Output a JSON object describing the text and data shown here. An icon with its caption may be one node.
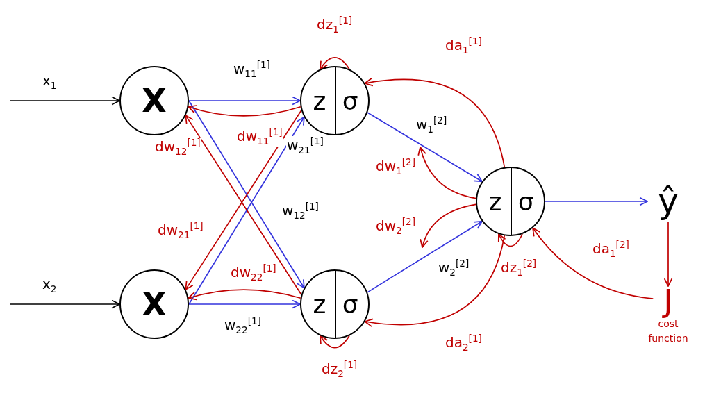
{
  "diagram": {
    "nodes": [
      {
        "text": [
          "X"
        ]
      },
      {
        "text": [
          "X"
        ]
      },
      {
        "text": [
          "z",
          "σ"
        ]
      },
      {
        "text": [
          "z",
          "σ"
        ]
      },
      {
        "text": [
          "z",
          "σ"
        ]
      },
      {
        "text": [
          "ŷ"
        ]
      },
      {
        "text": [
          "J"
        ],
        "beside": [
          "cost function"
        ]
      }
    ],
    "edges": [
      {
        "from": null,
        "to": 0,
        "arrow": "to",
        "label": "x$_{1}$",
        "color": "#000000"
      },
      {
        "from": null,
        "to": 1,
        "arrow": "to",
        "label": "x$_{2}$",
        "color": "#000000"
      },
      {
        "from": 0,
        "to": 2,
        "arrow": "to",
        "label": "w$_{11}$$^{[1]}$",
        "color": "#3333dd"
      },
      {
        "from": 0,
        "to": 3,
        "arrow": "to",
        "label": "w$_{12}$$^{[1]}$",
        "color": "#3333dd"
      },
      {
        "from": 1,
        "to": 2,
        "arrow": "to",
        "label": "w$_{21}$$^{[1]}$",
        "color": "#3333dd"
      },
      {
        "from": 1,
        "to": 3,
        "arrow": "to",
        "label": "w$_{22}$$^{[1]}$",
        "color": "#3333dd"
      },
      {
        "from": 2,
        "to": 4,
        "arrow": "to",
        "label": "w$_{1}$$^{[2]}$",
        "color": "#3333dd"
      },
      {
        "from": 3,
        "to": 4,
        "arrow": "to",
        "label": "w$_{2}$$^{[2]}$",
        "color": "#3333dd"
      },
      {
        "from": 4,
        "to": 5,
        "arrow": "to",
        "color": "#3333dd"
      },
      {
        "from": 5,
        "to": 6,
        "arrow": "to"
      },
      {
        "from": 6,
        "to": 4,
        "arrow": "to",
        "label": "da$_{1}$$^{[2]}$"
      },
      {
        "from": 4,
        "to": 4,
        "arrow": "to",
        "label": "dz$_{1}$$^{[2]}$"
      },
      {
        "from": 4,
        "to": null,
        "arrow": "to",
        "label": "dw$_{1}$$^{[2]}$"
      },
      {
        "from": 4,
        "to": null,
        "arrow": "to",
        "label": "dw$_{2}$$^{[2]}$"
      },
      {
        "from": 4,
        "to": 2,
        "arrow": "to",
        "label": "da$_{1}$$^{[1]}$"
      },
      {
        "from": 4,
        "to": 3,
        "arrow": "to",
        "label": "da$_{2}$$^{[1]}$"
      },
      {
        "from": 2,
        "to": 2,
        "arrow": "to",
        "label": "dz$_{1}$$^{[1]}$"
      },
      {
        "from": 3,
        "to": 3,
        "arrow": "to",
        "label": "dz$_{2}$$^{[1]}$"
      },
      {
        "from": 2,
        "to": 0,
        "arrow": "to",
        "label": "dw$_{11}$$^{[1]}$"
      },
      {
        "from": 3,
        "to": 0,
        "arrow": "to",
        "label": "dw$_{12}$$^{[1]}$"
      },
      {
        "from": 2,
        "to": 1,
        "arrow": "to",
        "label": "dw$_{21}$$^{[1]}$"
      },
      {
        "from": 3,
        "to": 1,
        "arrow": "to",
        "label": "dw$_{22}$$^{[1]}$"
      }
    ]
  }
}
